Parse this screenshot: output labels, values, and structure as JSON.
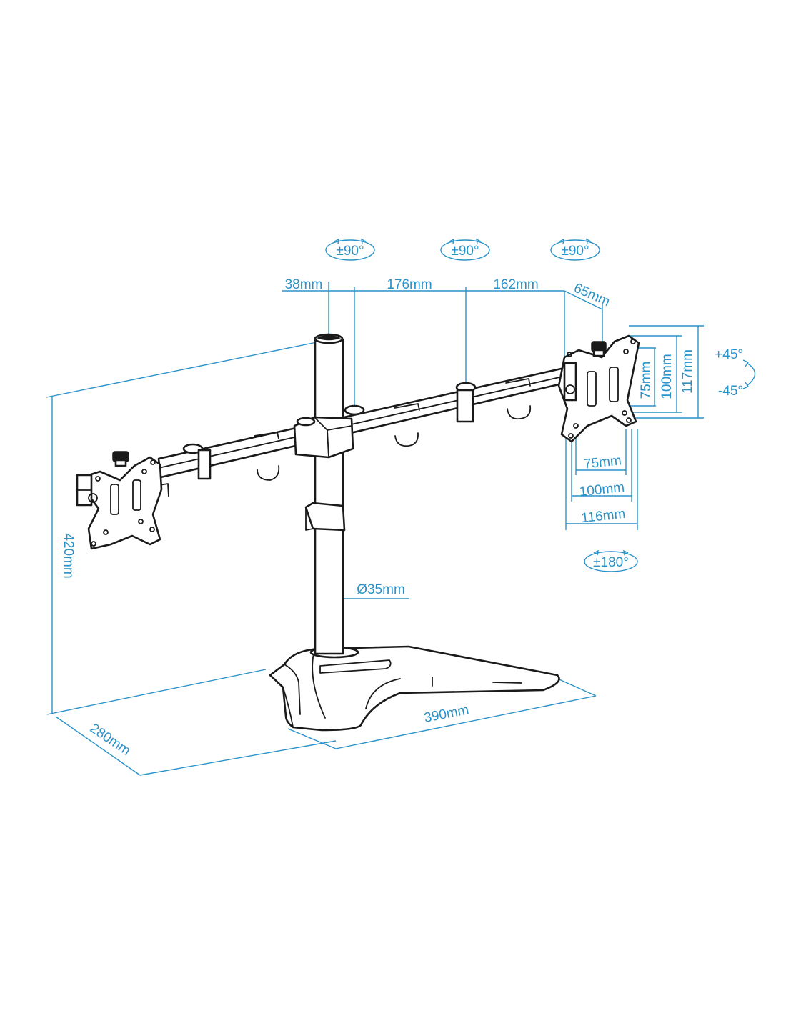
{
  "diagram": {
    "rotations": {
      "arm_left": "±90°",
      "arm_mid": "±90°",
      "arm_right": "±90°",
      "swivel": "±180°",
      "tilt_up": "+45°",
      "tilt_down": "-45°"
    },
    "dimensions": {
      "pole_offset": "38mm",
      "arm_segment_1": "176mm",
      "arm_segment_2": "162mm",
      "plate_offset": "65mm",
      "height": "420mm",
      "pole_diameter": "Ø35mm",
      "base_depth": "280mm",
      "base_width": "390mm",
      "vesa_v_small": "75mm",
      "vesa_v_large": "100mm",
      "plate_height": "117mm",
      "vesa_h_small": "75mm",
      "vesa_h_large": "100mm",
      "plate_width": "116mm"
    },
    "colors": {
      "dimension": "#2a92c8",
      "outline": "#1a1a1a"
    }
  }
}
